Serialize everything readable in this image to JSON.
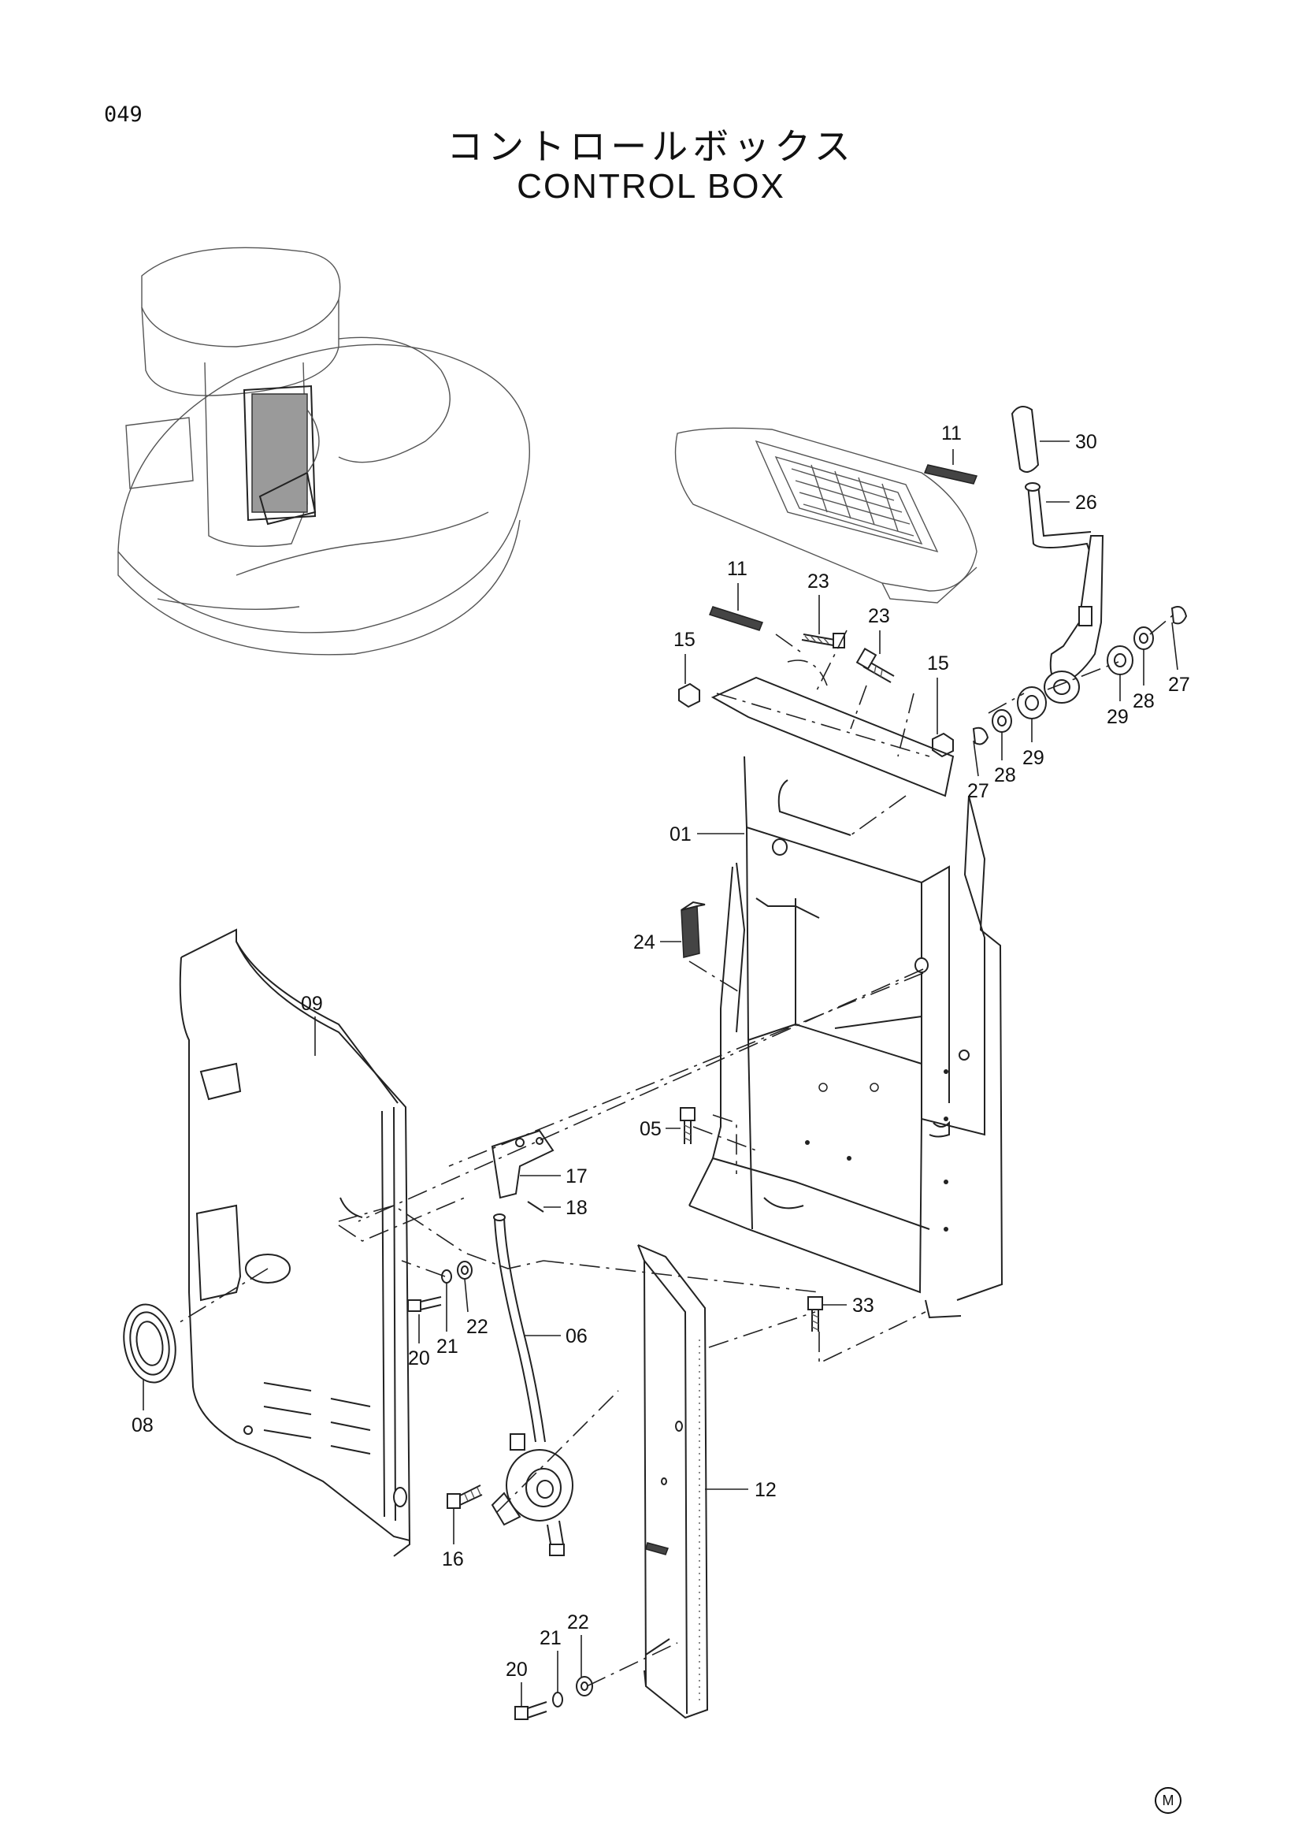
{
  "page": {
    "page_number": "049",
    "title_jp": "コントロールボックス",
    "title_en": "CONTROL BOX",
    "footer_mark": "M"
  },
  "callouts": [
    {
      "label": "11"
    },
    {
      "label": "30"
    },
    {
      "label": "26"
    },
    {
      "label": "11"
    },
    {
      "label": "23"
    },
    {
      "label": "23"
    },
    {
      "label": "15"
    },
    {
      "label": "15"
    },
    {
      "label": "27"
    },
    {
      "label": "29"
    },
    {
      "label": "28"
    },
    {
      "label": "27"
    },
    {
      "label": "28"
    },
    {
      "label": "29"
    },
    {
      "label": "01"
    },
    {
      "label": "24"
    },
    {
      "label": "09"
    },
    {
      "label": "05"
    },
    {
      "label": "17"
    },
    {
      "label": "18"
    },
    {
      "label": "33"
    },
    {
      "label": "20"
    },
    {
      "label": "21"
    },
    {
      "label": "22"
    },
    {
      "label": "06"
    },
    {
      "label": "08"
    },
    {
      "label": "12"
    },
    {
      "label": "16"
    },
    {
      "label": "21"
    },
    {
      "label": "22"
    },
    {
      "label": "20"
    }
  ]
}
